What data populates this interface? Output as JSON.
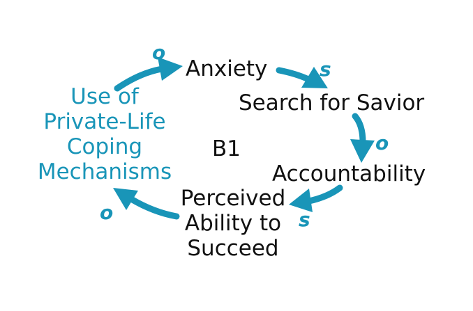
{
  "diagram": {
    "nodes": {
      "anxiety": "Anxiety",
      "search_for_savior": "Search for Savior",
      "accountability": "Accountability",
      "perceived_ability": [
        "Perceived",
        "Ability to",
        "Succeed"
      ],
      "coping": [
        "Use of",
        "Private-Life",
        "Coping",
        "Mechanisms"
      ]
    },
    "loop_label": "B1",
    "polarities": {
      "coping_to_anxiety": "o",
      "anxiety_to_search": "s",
      "search_to_accountability": "o",
      "accountability_to_perceived": "s",
      "perceived_to_coping": "o"
    },
    "colors": {
      "text": "#111111",
      "accent": "#1995b8",
      "background": "#ffffff"
    }
  }
}
